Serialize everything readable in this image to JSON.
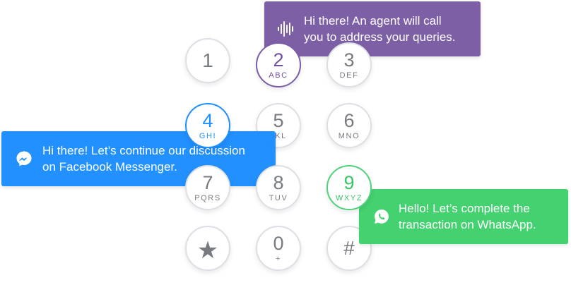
{
  "keypad": [
    {
      "digit": "1",
      "letters": ""
    },
    {
      "digit": "2",
      "letters": "ABC"
    },
    {
      "digit": "3",
      "letters": "DEF"
    },
    {
      "digit": "4",
      "letters": "GHI"
    },
    {
      "digit": "5",
      "letters": "JKL"
    },
    {
      "digit": "6",
      "letters": "MNO"
    },
    {
      "digit": "7",
      "letters": "PQRS"
    },
    {
      "digit": "8",
      "letters": "TUV"
    },
    {
      "digit": "9",
      "letters": "WXYZ"
    },
    {
      "digit": "★",
      "letters": ""
    },
    {
      "digit": "0",
      "letters": "+"
    },
    {
      "digit": "#",
      "letters": ""
    }
  ],
  "bubbles": {
    "voice": {
      "text": "Hi there! An agent will call\nyou to address your queries.",
      "icon": "voice-waveform-icon",
      "color": "#7d5fa6"
    },
    "facebook": {
      "text": "Hi there! Let’s continue our discussion\non Facebook Messenger.",
      "icon": "messenger-icon",
      "color": "#1a8cff"
    },
    "whatsapp": {
      "text": "Hello! Let’s complete the\ntransaction on WhatsApp.",
      "icon": "whatsapp-icon",
      "color": "#3dd06b"
    }
  }
}
